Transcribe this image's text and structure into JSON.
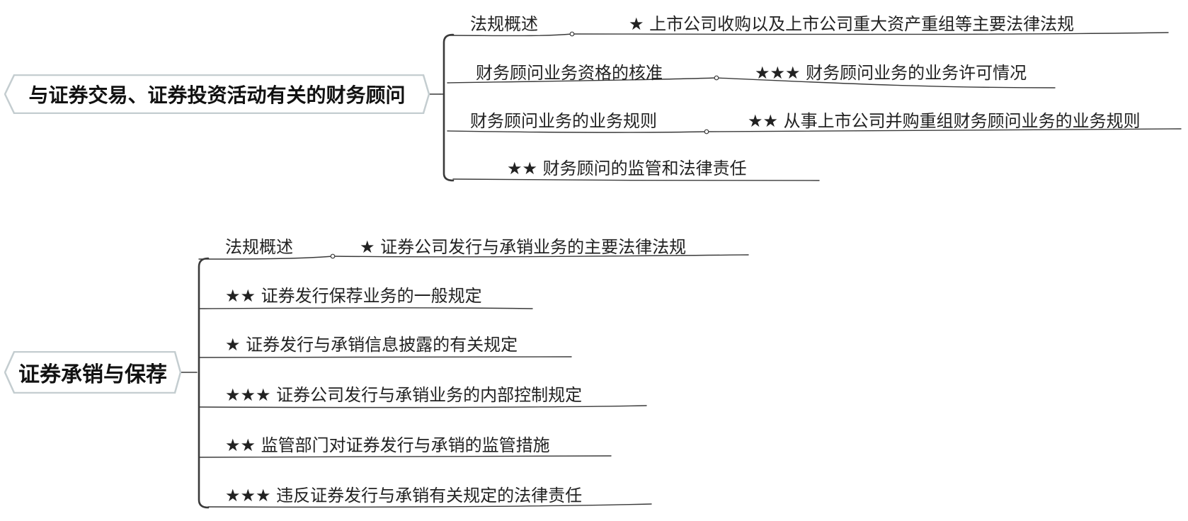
{
  "mindmap_1": {
    "root": "与证券交易、证券投资活动有关的财务顾问",
    "branches": [
      {
        "label": "法规概述",
        "child": "★ 上市公司收购以及上市公司重大资产重组等主要法律法规"
      },
      {
        "label": "财务顾问业务资格的核准",
        "child": "★★★ 财务顾问业务的业务许可情况"
      },
      {
        "label": "财务顾问业务的业务规则",
        "child": "★★ 从事上市公司并购重组财务顾问业务的业务规则"
      },
      {
        "label": "★★ 财务顾问的监管和法律责任"
      }
    ]
  },
  "mindmap_2": {
    "root": "证券承销与保荐",
    "branches": [
      {
        "label": "法规概述",
        "child": "★ 证券公司发行与承销业务的主要法律法规"
      },
      {
        "label": "★★ 证券发行保荐业务的一般规定"
      },
      {
        "label": "★ 证券发行与承销信息披露的有关规定"
      },
      {
        "label": "★★★ 证券公司发行与承销业务的内部控制规定"
      },
      {
        "label": "★★ 监管部门对证券发行与承销的监管措施"
      },
      {
        "label": "★★★ 违反证券发行与承销有关规定的法律责任"
      }
    ]
  },
  "colors": {
    "line": "#3a3a3a",
    "root_border": "#c4cdd0",
    "root_fill": "#ffffff",
    "text": "#222222"
  }
}
